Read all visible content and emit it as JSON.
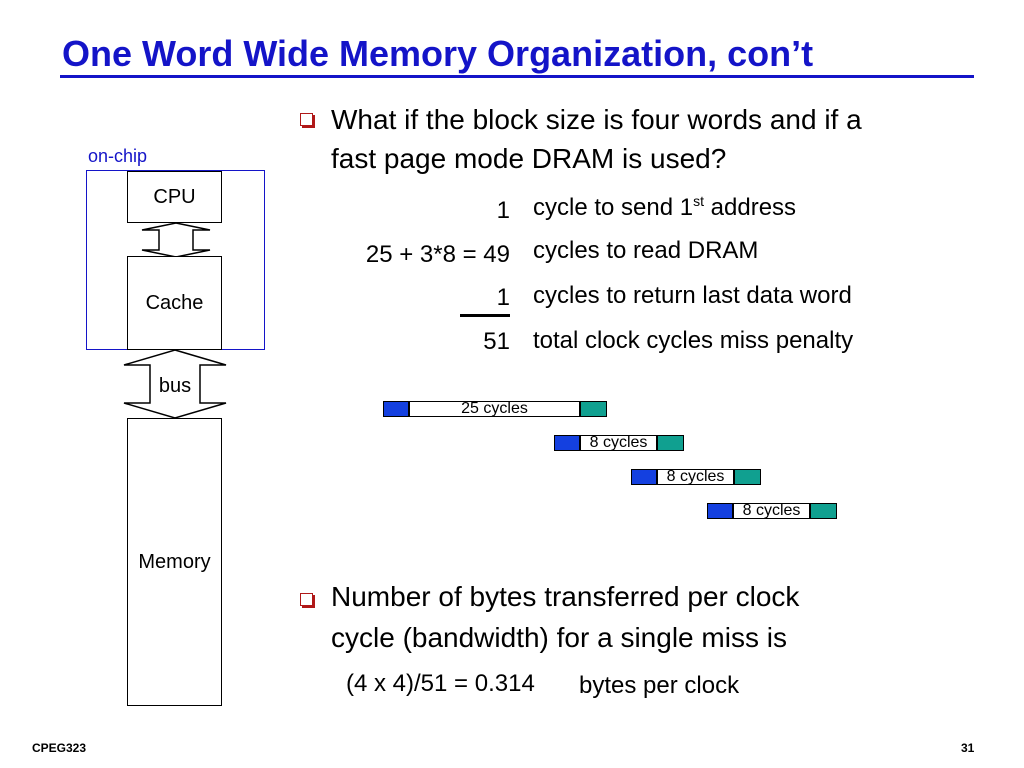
{
  "slide": {
    "title": "One Word Wide Memory Organization, con’t",
    "footer_left": "CPEG323",
    "footer_right": "31"
  },
  "bullets": [
    {
      "line1": "What if the block size is four words and if a",
      "line2": "fast page mode DRAM is used?"
    },
    {
      "line1": "Number of bytes transferred per clock",
      "line2": "cycle (bandwidth) for a single miss is"
    }
  ],
  "calculation": [
    {
      "value": "1",
      "desc_pre": "cycle to send 1",
      "desc_sup": "st",
      "desc_post": " address"
    },
    {
      "value": "25 + 3*8 = 49",
      "desc_pre": "cycles to read DRAM",
      "desc_sup": "",
      "desc_post": ""
    },
    {
      "value": "1",
      "desc_pre": "cycles to return last data word",
      "desc_sup": "",
      "desc_post": ""
    },
    {
      "value": "51",
      "desc_pre": "total clock cycles miss penalty",
      "desc_sup": "",
      "desc_post": ""
    }
  ],
  "bandwidth": {
    "expr": "(4 x 4)/51 = 0.314",
    "unit": "bytes per clock"
  },
  "diagram": {
    "onchip_label": "on-chip",
    "cpu": "CPU",
    "cache": "Cache",
    "bus": "bus",
    "memory": "Memory"
  },
  "timeline": {
    "colors": {
      "address": "#1440e0",
      "dram": "#ffffff",
      "transfer": "#10a090"
    },
    "rows": [
      {
        "label": "25 cycles"
      },
      {
        "label": "8 cycles"
      },
      {
        "label": "8 cycles"
      },
      {
        "label": "8 cycles"
      }
    ]
  }
}
